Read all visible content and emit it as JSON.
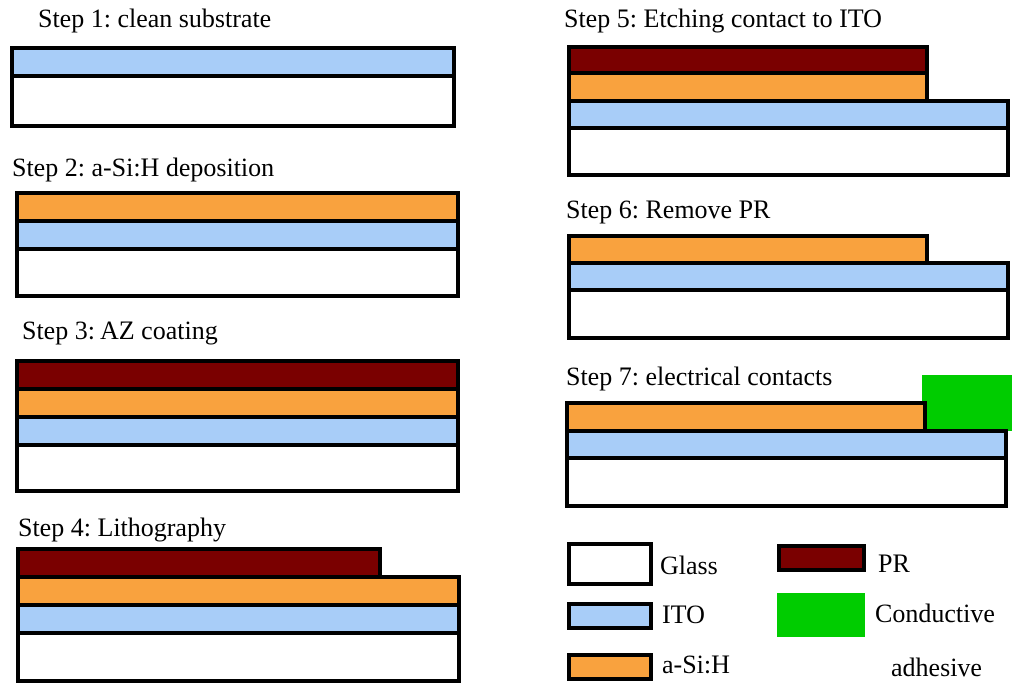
{
  "colors": {
    "glass": "#ffffff",
    "ito": "#a8cdf8",
    "asi": "#f9a23e",
    "pr": "#7a0000",
    "adhesive": "#00cc00",
    "outline": "#000000"
  },
  "steps": [
    {
      "label": "Step 1: clean substrate",
      "layers": [
        "glass",
        "ito"
      ]
    },
    {
      "label": "Step 2: a-Si:H deposition",
      "layers": [
        "glass",
        "ito",
        "asi"
      ]
    },
    {
      "label": "Step 3: AZ coating",
      "layers": [
        "glass",
        "ito",
        "asi",
        "pr"
      ]
    },
    {
      "label": "Step 4: Lithography",
      "layers": [
        "glass",
        "ito",
        "asi",
        "pr"
      ]
    },
    {
      "label": "Step 5: Etching contact to ITO",
      "layers": [
        "glass",
        "ito",
        "asi",
        "pr"
      ]
    },
    {
      "label": "Step 6: Remove PR",
      "layers": [
        "glass",
        "ito",
        "asi"
      ]
    },
    {
      "label": "Step 7: electrical contacts",
      "layers": [
        "glass",
        "ito",
        "asi",
        "adhesive"
      ]
    }
  ],
  "legend": [
    {
      "key": "glass",
      "label": "Glass"
    },
    {
      "key": "ito",
      "label": "ITO"
    },
    {
      "key": "asi",
      "label": "a-Si:H"
    },
    {
      "key": "pr",
      "label": "PR"
    },
    {
      "key": "adhesive",
      "label_line1": "Conductive",
      "label_line2": "adhesive"
    }
  ]
}
